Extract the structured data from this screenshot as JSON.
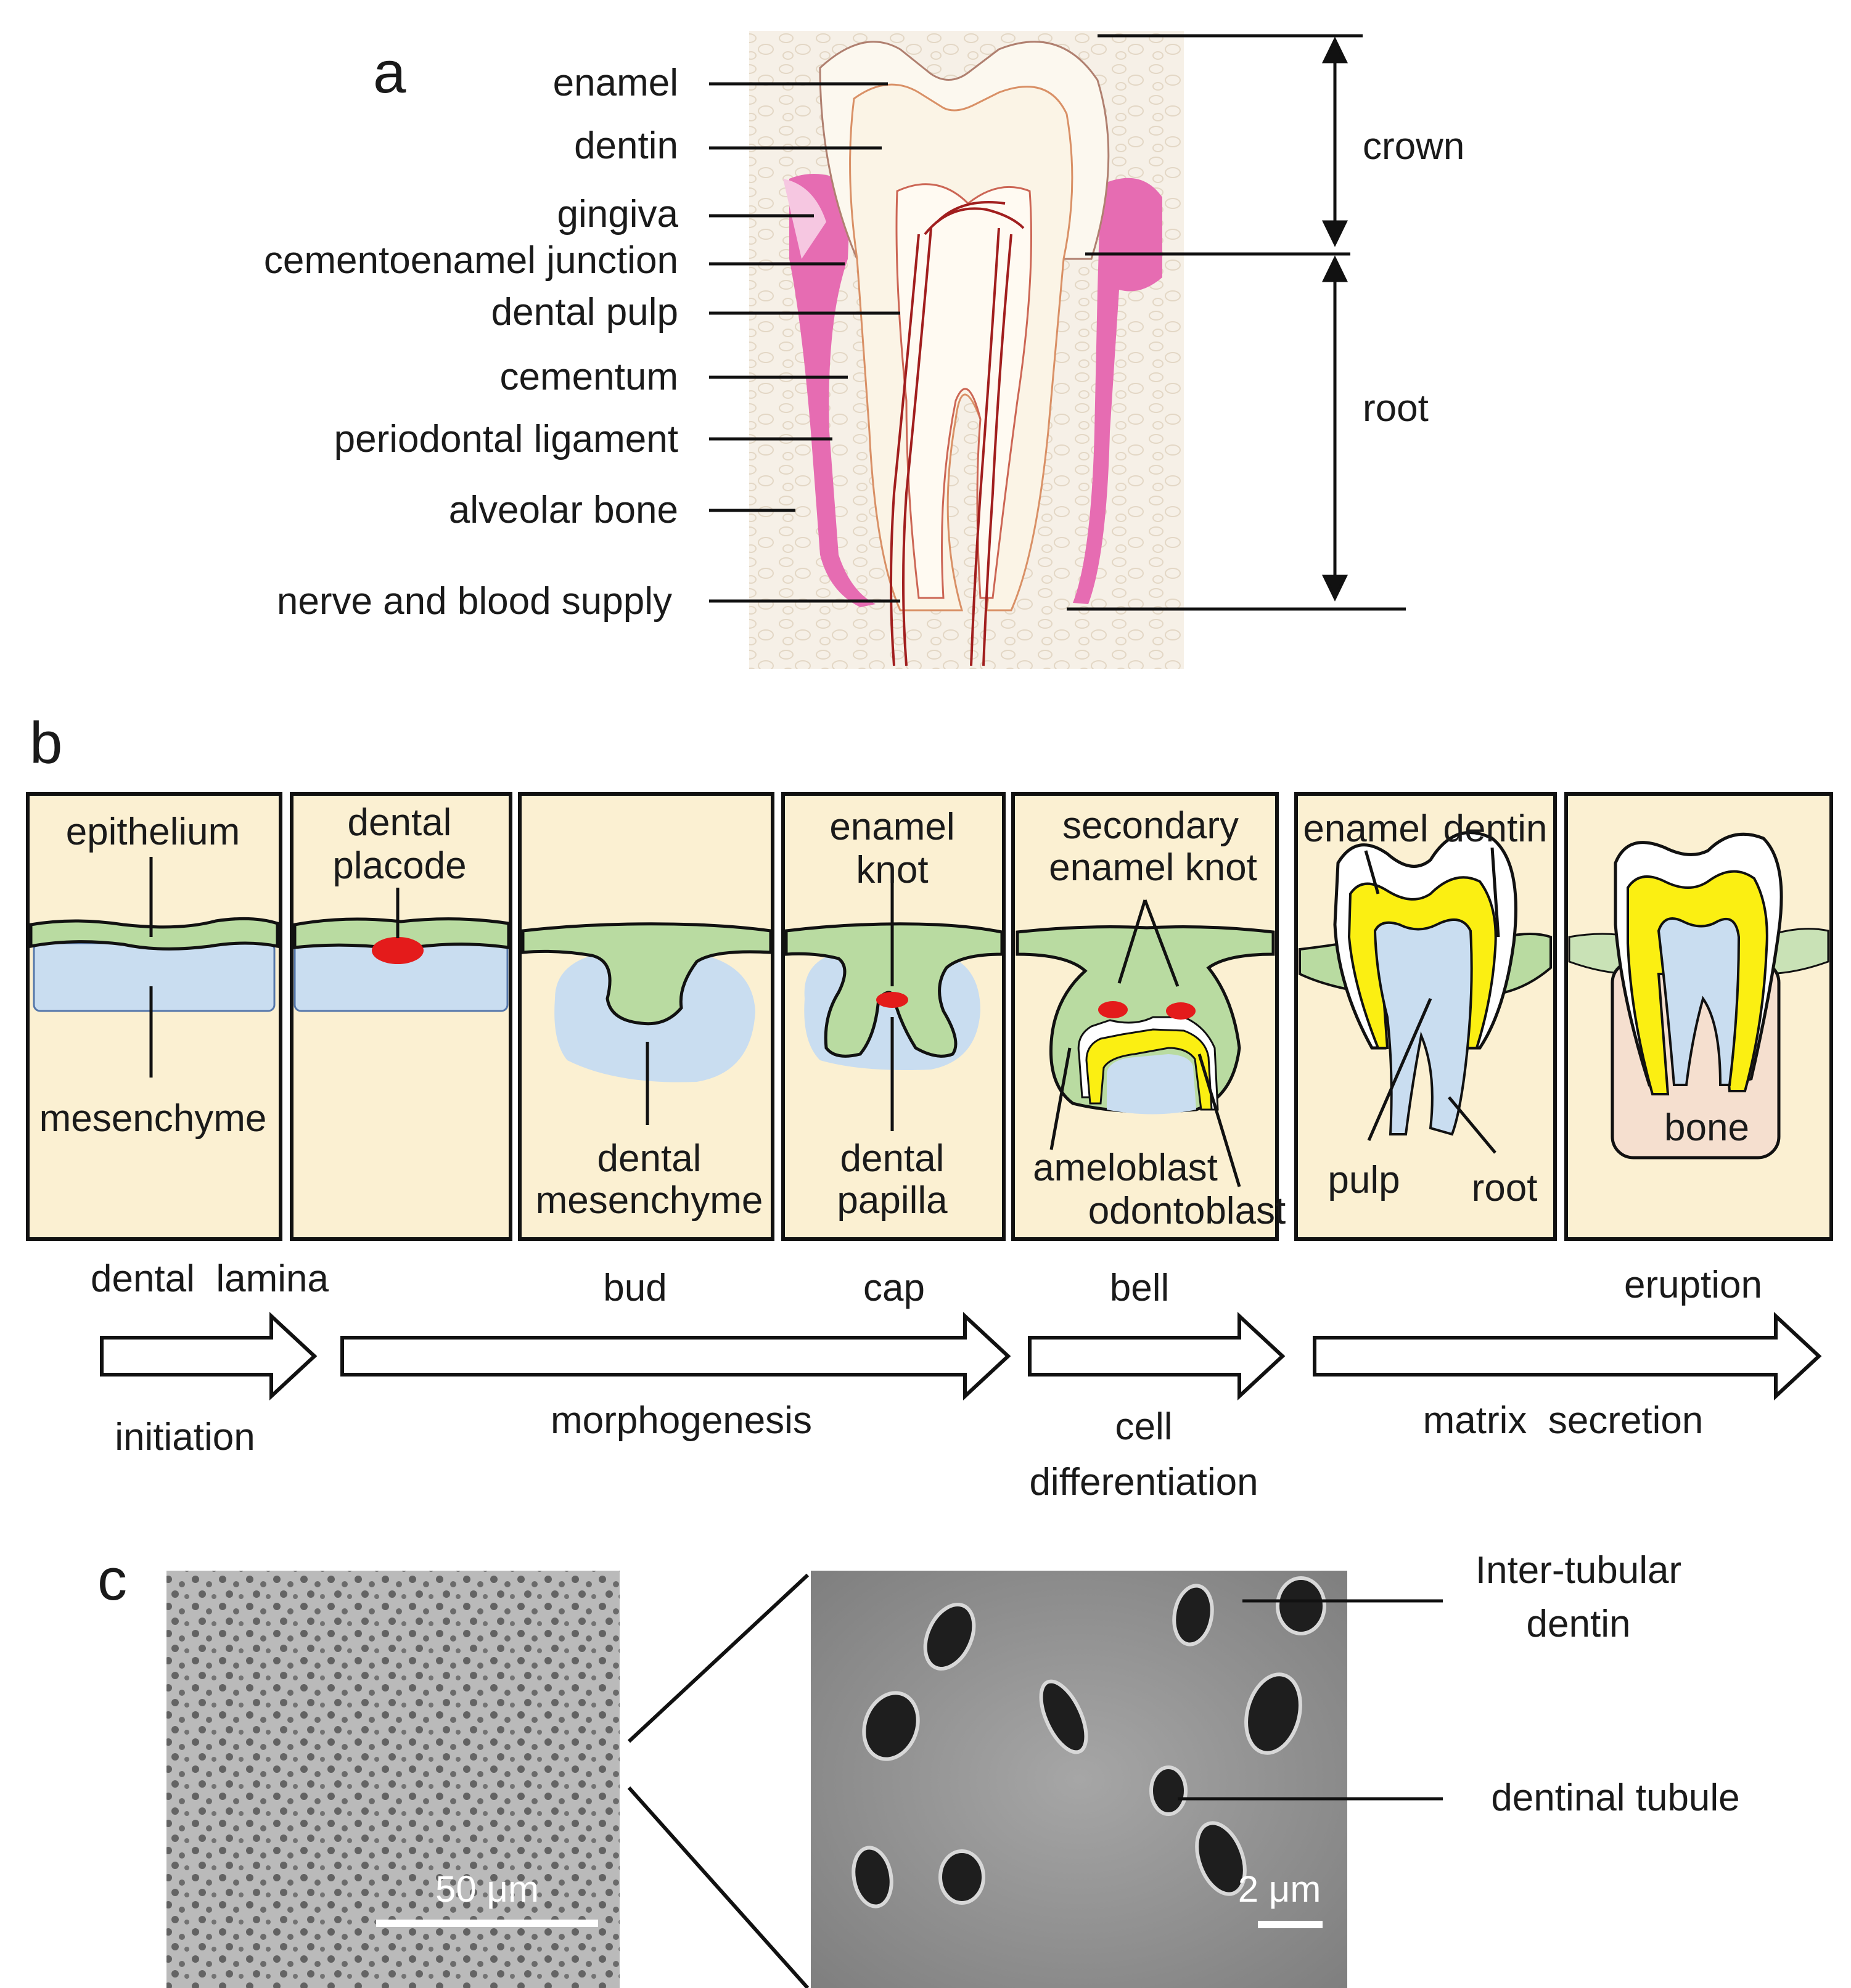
{
  "panels": {
    "a": "a",
    "b": "b",
    "c": "c"
  },
  "panel_a": {
    "labels": [
      "enamel",
      "dentin",
      "gingiva",
      "cementoenamel junction",
      "dental pulp",
      "cementum",
      "periodontal ligament",
      "alveolar bone",
      "nerve and blood supply"
    ],
    "regions": [
      "crown",
      "root"
    ]
  },
  "panel_b": {
    "box1": {
      "top": "epithelium",
      "bottom": "mesenchyme"
    },
    "box2": {
      "top1": "dental",
      "top2": "placode"
    },
    "box3": {
      "bottom1": "dental",
      "bottom2": "mesenchyme"
    },
    "box4": {
      "top1": "enamel",
      "top2": "knot",
      "bottom1": "dental",
      "bottom2": "papilla"
    },
    "box5": {
      "top1": "secondary",
      "top2": "enamel knot",
      "bottom1": "ameloblast",
      "bottom2": "odontoblast"
    },
    "box6": {
      "top1": "enamel",
      "top2": "dentin",
      "bottom1": "pulp",
      "bottom2": "root"
    },
    "box7": {
      "bone": "bone"
    },
    "stages": {
      "s1": "dental  lamina",
      "s2": "bud",
      "s3": "cap",
      "s4": "bell",
      "s5": "eruption"
    },
    "processes": {
      "p1": "initiation",
      "p2": "morphogenesis",
      "p3a": "cell",
      "p3b": "differentiation",
      "p4": "matrix  secretion"
    }
  },
  "panel_c": {
    "scale_left": "50 μm",
    "scale_right": "2 μm",
    "label1a": "Inter-tubular",
    "label1b": "dentin",
    "label2": "dentinal tubule"
  },
  "colors": {
    "box_fill": "#fbf0d2",
    "epithelium_green": "#b9dba1",
    "mesenchyme_blue": "#c9ddf0",
    "knot_red": "#e41b1b",
    "dentin_yellow": "#fbef12",
    "gum_pink": "#e66cb2",
    "bone_pink": "#f5dfcf"
  }
}
